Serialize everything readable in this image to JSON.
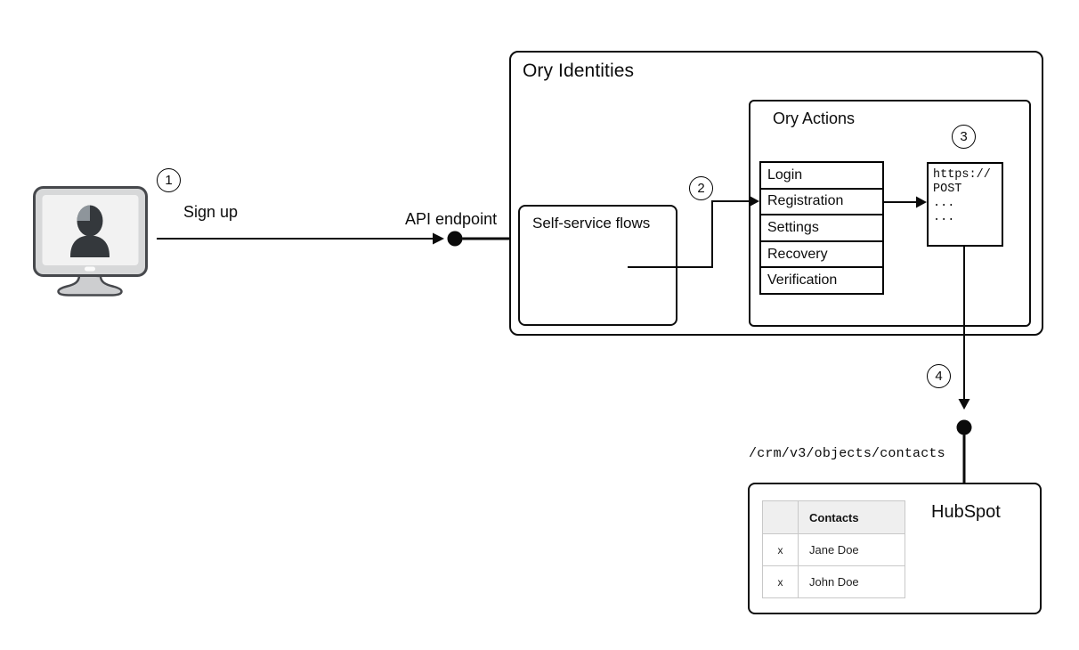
{
  "steps": {
    "step1": "1",
    "step2": "2",
    "step3": "3",
    "step4": "4"
  },
  "labels": {
    "sign_up": "Sign up",
    "api_endpoint": "API endpoint"
  },
  "ory_identities": {
    "title": "Ory Identities",
    "self_service": {
      "title": "Self-service flows"
    },
    "ory_actions": {
      "title": "Ory Actions",
      "flows": [
        "Login",
        "Registration",
        "Settings",
        "Recovery",
        "Verification"
      ],
      "request_lines": [
        "https://",
        "POST",
        "...",
        "..."
      ]
    }
  },
  "hubspot": {
    "title": "HubSpot",
    "endpoint_path": "/crm/v3/objects/contacts",
    "table": {
      "header": "Contacts",
      "rows": [
        {
          "mark": "x",
          "name": "Jane Doe"
        },
        {
          "mark": "x",
          "name": "John Doe"
        }
      ]
    }
  },
  "icons": {
    "client": "user-computer-icon"
  },
  "colors": {
    "line": "#0b0b0b",
    "box_border": "#0d0d0d",
    "table_border": "#c8c8c8",
    "table_header_bg": "#efefef",
    "monitor_frame": "#d7d8d9",
    "monitor_screen": "#f2f2f2",
    "silhouette": "#34383c"
  }
}
